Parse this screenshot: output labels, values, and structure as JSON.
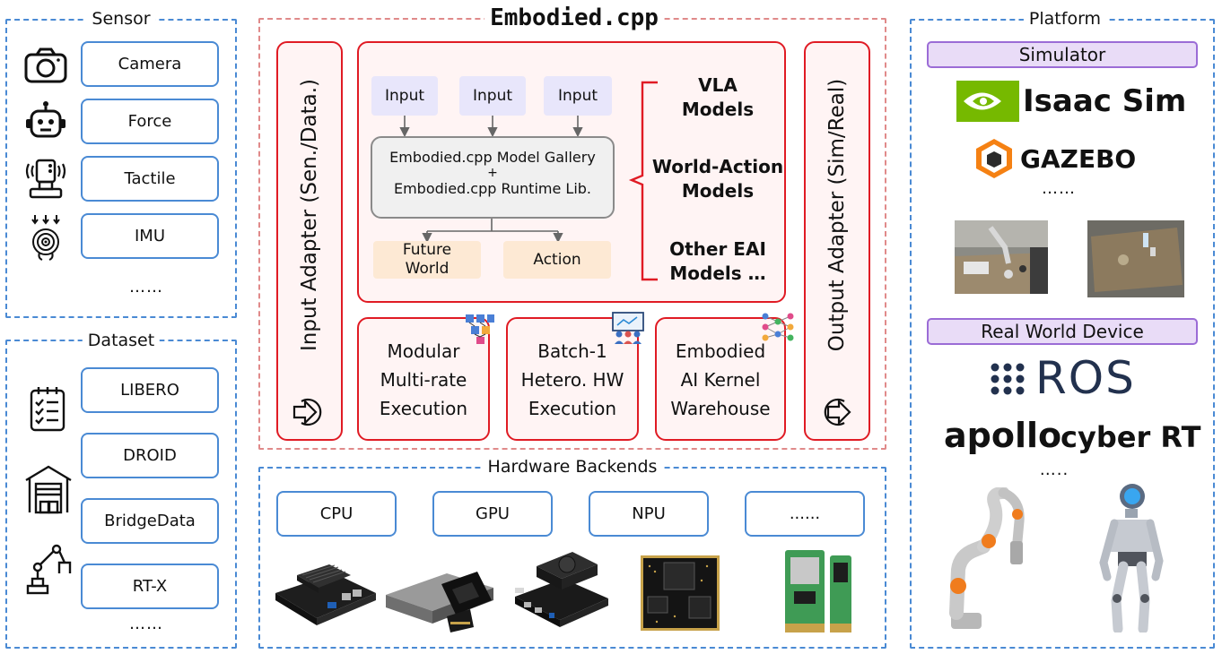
{
  "title": "Embodied.cpp",
  "sensor": {
    "title": "Sensor",
    "items": [
      {
        "label": "Camera",
        "icon": "camera-icon"
      },
      {
        "label": "Force",
        "icon": "robot-head-icon"
      },
      {
        "label": "Tactile",
        "icon": "tactile-sensor-icon"
      },
      {
        "label": "IMU",
        "icon": "imu-icon"
      }
    ],
    "more": "……"
  },
  "dataset": {
    "title": "Dataset",
    "items": [
      {
        "label": "LIBERO",
        "icon": "checklist-icon"
      },
      {
        "label": "DROID",
        "icon": "warehouse-icon"
      },
      {
        "label": "BridgeData",
        "icon": ""
      },
      {
        "label": "RT-X",
        "icon": "robot-arm-icon"
      }
    ],
    "more": "……"
  },
  "core": {
    "input_adapter": "Input Adapter (Sen./Data.)",
    "output_adapter": "Output Adapter (Sim/Real)",
    "inputs": [
      "Input",
      "Input",
      "Input"
    ],
    "gallery_line1": "Embodied.cpp Model Gallery",
    "gallery_plus": "+",
    "gallery_line2": "Embodied.cpp Runtime Lib.",
    "outputs": {
      "future_world": "Future World",
      "action": "Action"
    },
    "models": [
      {
        "line1": "VLA",
        "line2": "Models"
      },
      {
        "line1": "World-Action",
        "line2": "Models"
      },
      {
        "line1": "Other EAI",
        "line2": "Models …"
      }
    ],
    "features": [
      {
        "line1": "Modular",
        "line2": "Multi-rate",
        "line3": "Execution",
        "icon": "modular-network-icon"
      },
      {
        "line1": "Batch-1",
        "line2": "Hetero. HW",
        "line3": "Execution",
        "icon": "presentation-team-icon"
      },
      {
        "line1": "Embodied",
        "line2": "AI Kernel",
        "line3": "Warehouse",
        "icon": "neural-network-icon"
      }
    ]
  },
  "hardware": {
    "title": "Hardware Backends",
    "items": [
      "CPU",
      "GPU",
      "NPU",
      "......"
    ]
  },
  "platform": {
    "title": "Platform",
    "simulator_label": "Simulator",
    "isaac": "Isaac Sim",
    "gazebo": "GAZEBO",
    "sim_more": "……",
    "real_label": "Real World Device",
    "ros": "ROS",
    "apollo": "apollo",
    "cyber": "cyber RT",
    "real_more": "….."
  },
  "colors": {
    "blue": "#4a8ad4",
    "red": "#e01b24",
    "red_dash": "#e08a8a",
    "purple": "#9b6cd6",
    "nvidia_green": "#76b900",
    "ros_navy": "#22314e"
  }
}
